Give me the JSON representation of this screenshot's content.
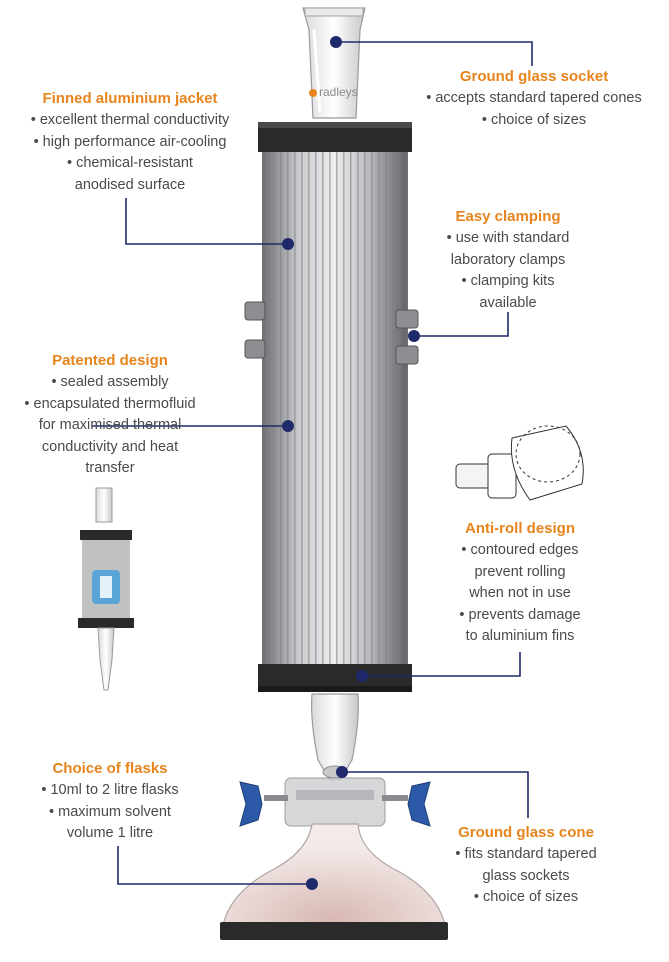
{
  "brand_mark": "radleys",
  "colors": {
    "title_orange": "#e8841c",
    "leader_navy": "#1f2a6b",
    "text_grey": "#4a4a4a",
    "knob_blue": "#2d5aa8"
  },
  "callouts": {
    "finned": {
      "title": "Finned aluminium jacket",
      "lines": [
        "• excellent thermal conductivity",
        "• high performance air-cooling",
        "• chemical-resistant",
        "anodised surface"
      ]
    },
    "socket": {
      "title": "Ground glass socket",
      "lines": [
        "• accepts standard tapered cones",
        "• choice of sizes"
      ]
    },
    "clamping": {
      "title": "Easy clamping",
      "lines": [
        "• use with standard",
        "laboratory clamps",
        "• clamping kits",
        "available"
      ]
    },
    "patented": {
      "title": "Patented design",
      "lines": [
        "• sealed assembly",
        "• encapsulated thermofluid",
        "for maximised thermal",
        "conductivity and heat",
        "transfer"
      ]
    },
    "antiroll": {
      "title": "Anti-roll design",
      "lines": [
        "• contoured edges",
        "prevent rolling",
        "when not in use",
        "• prevents damage",
        "to aluminium fins"
      ]
    },
    "flasks": {
      "title": "Choice of flasks",
      "lines": [
        "• 10ml to 2 litre flasks",
        "• maximum solvent",
        "volume 1 litre"
      ]
    },
    "cone": {
      "title": "Ground glass cone",
      "lines": [
        "• fits standard tapered",
        "glass sockets",
        "• choice of sizes"
      ]
    }
  }
}
